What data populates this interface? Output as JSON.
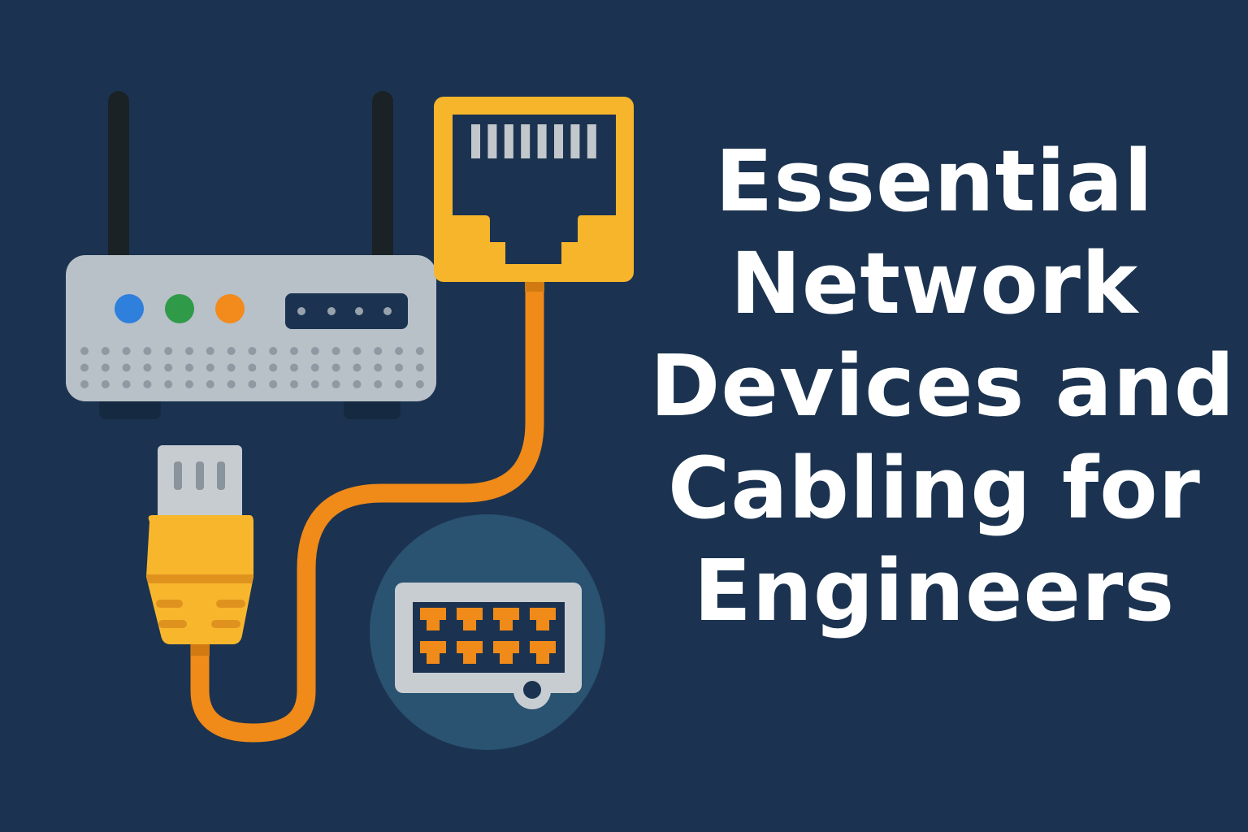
{
  "title": {
    "lines": [
      "Essential",
      "Network",
      "Devices and",
      "Cabling for",
      "Engineers"
    ],
    "color": "#ffffff"
  },
  "colors": {
    "background": "#1b3350",
    "router_body": "#b8c0c8",
    "router_vents": "#8e99a3",
    "router_panel": "#1b3350",
    "antenna": "#1b2226",
    "led_blue": "#2f7fdc",
    "led_green": "#2f9a48",
    "led_orange": "#f28a1c",
    "cable": "#f08a18",
    "jack_yellow": "#f7b52c",
    "plug_yellow": "#f8b62d",
    "plug_dark_stripe": "#df931e",
    "plug_metal": "#c7ccd1",
    "switch_circle": "#2a5271",
    "switch_body": "#c8cdd2",
    "switch_ports": "#f08a18"
  },
  "illustration": {
    "router": {
      "icon": "wifi-router-icon",
      "leds": [
        "blue",
        "green",
        "orange"
      ],
      "panel_indicator_count": 4,
      "vent_rows": 3,
      "vent_cols": 17
    },
    "ethernet_jack": {
      "icon": "rj45-jack-icon",
      "pin_count": 8
    },
    "ethernet_plug": {
      "icon": "rj45-plug-icon",
      "contact_count": 3
    },
    "network_switch": {
      "icon": "network-switch-icon",
      "port_count": 8
    },
    "cable": {
      "icon": "ethernet-cable-icon"
    }
  }
}
